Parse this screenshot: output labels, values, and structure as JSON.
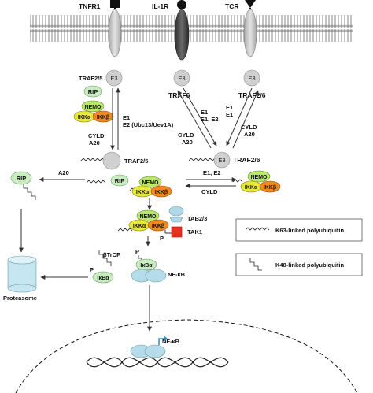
{
  "receptors": {
    "tnfr1": "TNFR1",
    "il1r": "IL-1R",
    "tcr": "TCR"
  },
  "e3": "E3",
  "labels": {
    "traf25_top": "TRAF2/5",
    "traf6": "TRAF6",
    "traf26_a": "TRAF2/6",
    "traf26_b": "TRAF2/6",
    "traf25_mid": "TRAF2/5",
    "rip": "RIP",
    "rip_left": "RIP",
    "rip_mid": "RIP",
    "nemo": "NEMO",
    "ikka": "IKKα",
    "ikkb": "IKKβ",
    "e1": "E1",
    "e2_ubc": "E2 (Ubc13/Uev1A)",
    "cyld": "CYLD",
    "a20": "A20",
    "e1e2": "E1, E2",
    "tab23": "TAB2/3",
    "tak1": "TAK1",
    "btrcp": "βTrCP",
    "p": "P",
    "ikba": "IκBα",
    "nfkb": "NF-κB",
    "proteasome": "Proteasome"
  },
  "legend": {
    "k63": "K63-linked polyubiquitin",
    "k48": "K48-linked polyubiquitin"
  },
  "colors": {
    "membrane": "#bdbdbd",
    "receptor_light": "#c8c8c8",
    "receptor_dark": "#404040",
    "nemo": "#b9e86a",
    "ikka": "#e8e83a",
    "ikkb": "#f08a1e",
    "rip": "#c9ecc0",
    "tak1": "#e8321e",
    "tab": "#b0d8e8",
    "nfkb": "#b6dcea",
    "ikba": "#c9ecc0",
    "proteasome": "#c6e6f2",
    "e3": "#d0d0d0"
  }
}
